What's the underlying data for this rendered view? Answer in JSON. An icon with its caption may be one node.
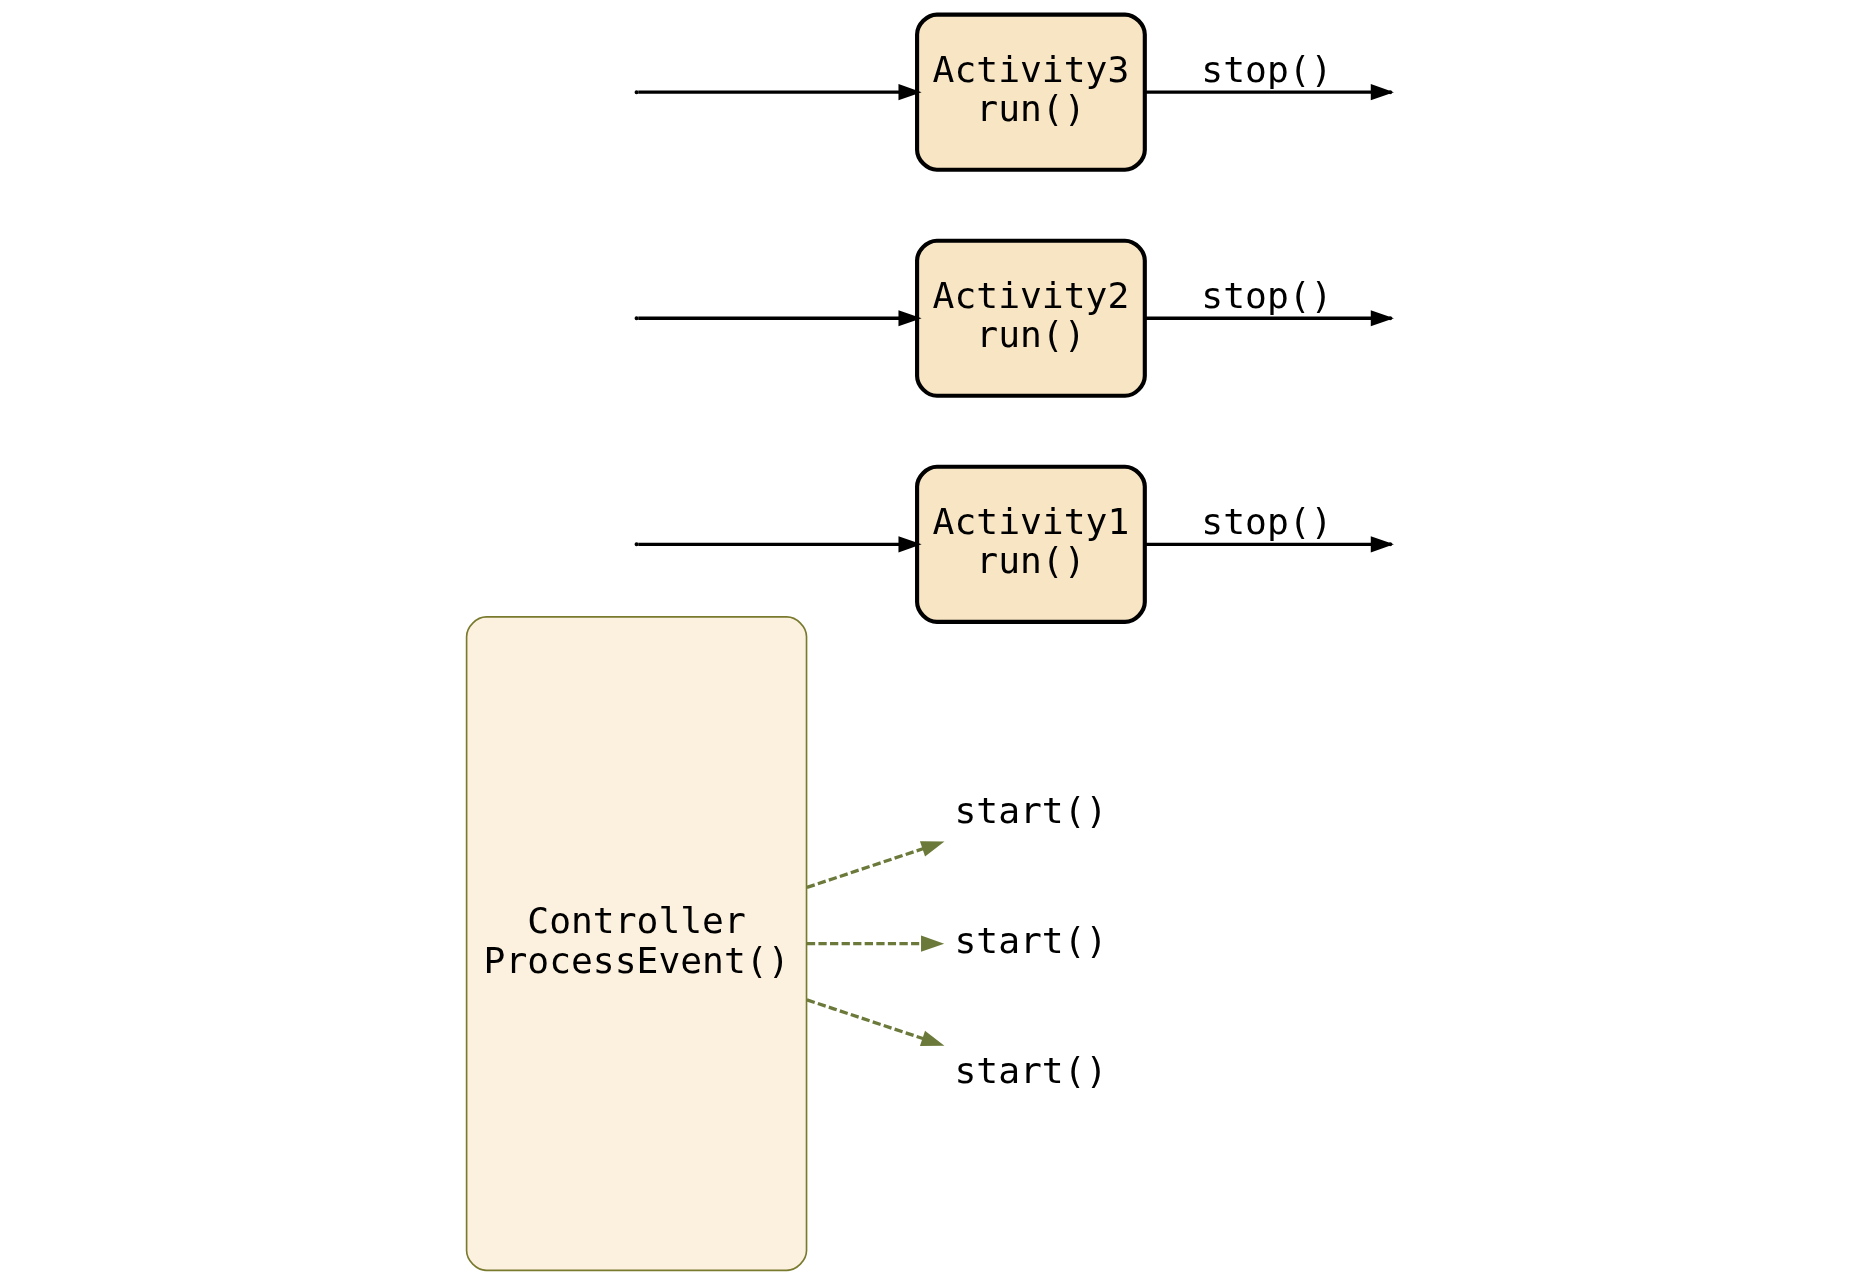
{
  "diagram": {
    "nodes": [
      {
        "text": [
          "Controller",
          "ProcessEvent()"
        ]
      },
      {
        "text": [
          "start()"
        ]
      },
      {
        "text": [
          "Activity1",
          "run()"
        ]
      },
      {
        "text": [
          "start()"
        ]
      },
      {
        "text": [
          "Activity2",
          "run()"
        ]
      },
      {
        "text": [
          "start()"
        ]
      },
      {
        "text": [
          "Activity3",
          "run()"
        ]
      }
    ],
    "edges": [
      {
        "from": 0,
        "to": 1,
        "arrow": "to",
        "style": "dashed",
        "color": "#6b7a3a"
      },
      {
        "from": null,
        "to": 2,
        "arrow": "to"
      },
      {
        "from": 2,
        "to": null,
        "arrow": "to",
        "label": "stop()"
      },
      {
        "from": 0,
        "to": 3,
        "arrow": "to",
        "style": "dashed",
        "color": "#6b7a3a"
      },
      {
        "from": null,
        "to": 4,
        "arrow": "to"
      },
      {
        "from": 4,
        "to": null,
        "arrow": "to",
        "label": "stop()"
      },
      {
        "from": 0,
        "to": 5,
        "arrow": "to",
        "style": "dashed",
        "color": "#6b7a3a"
      },
      {
        "from": null,
        "to": 6,
        "arrow": "to"
      },
      {
        "from": 6,
        "to": null,
        "arrow": "to",
        "label": "stop()"
      }
    ]
  }
}
